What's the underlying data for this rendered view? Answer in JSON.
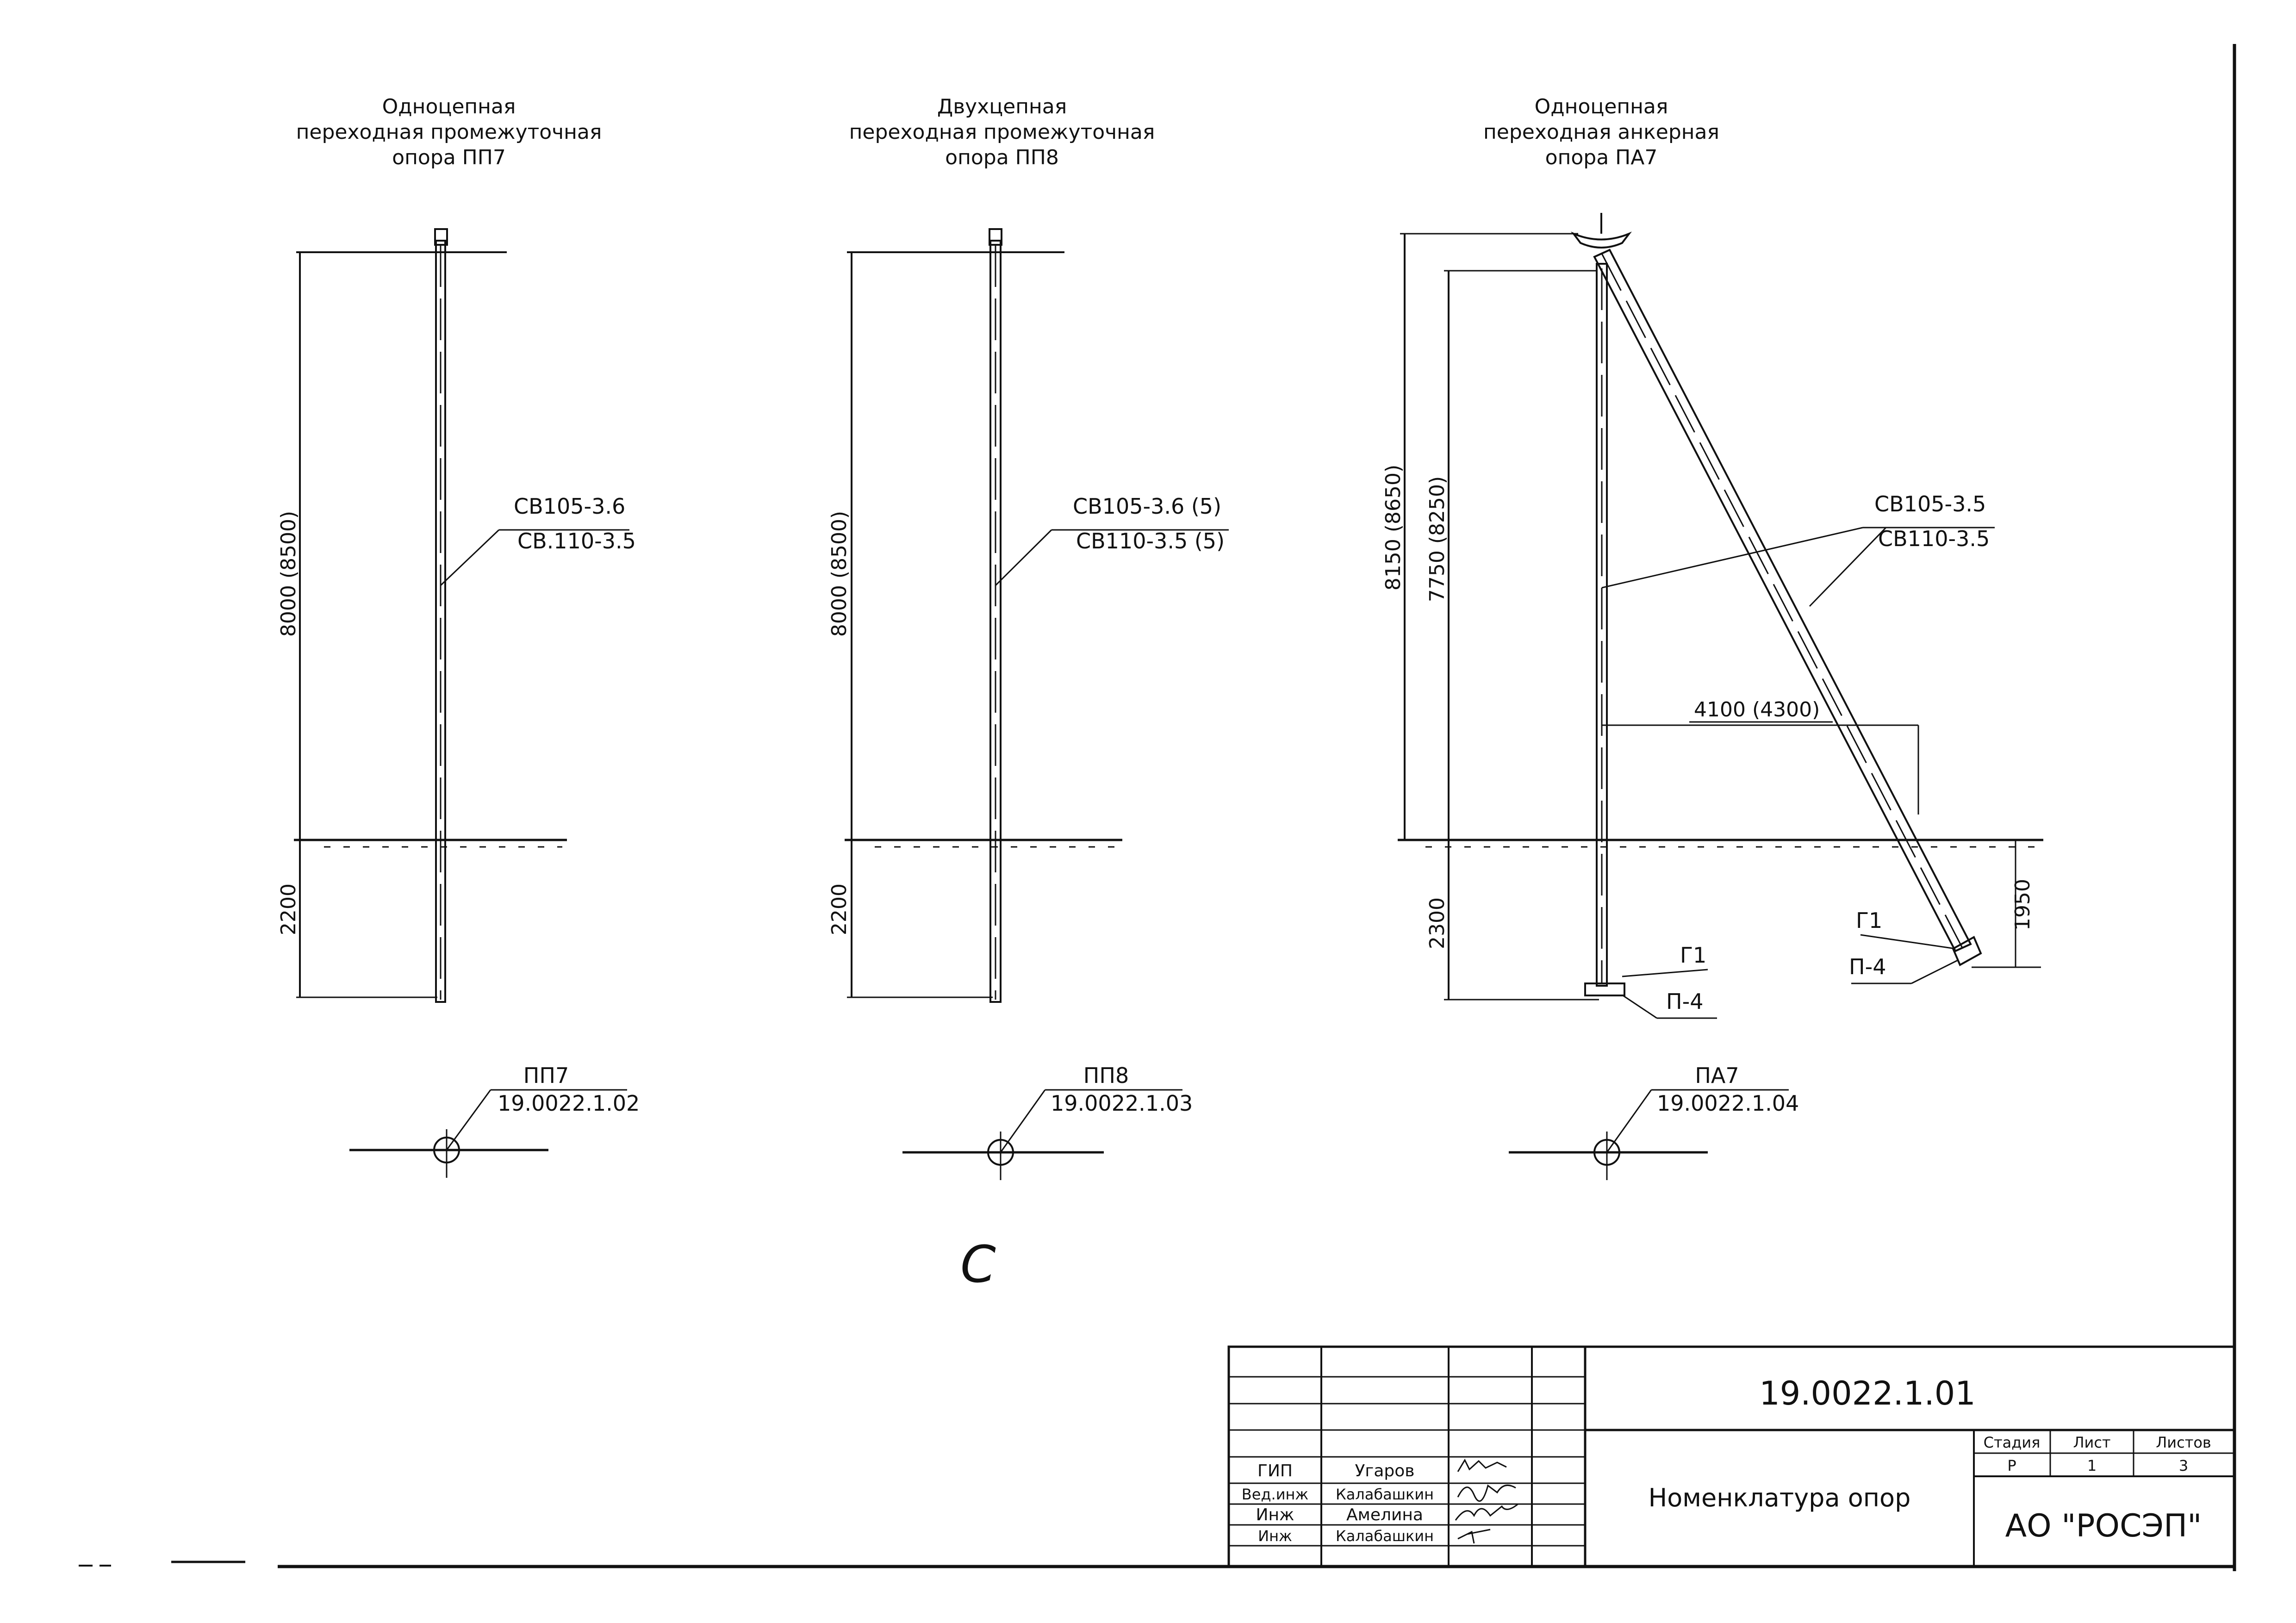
{
  "supports": [
    {
      "id": "pp7",
      "title_lines": [
        "Одноцепная",
        "переходная промежуточная",
        "опора ПП7"
      ],
      "height_dim": "8000 (8500)",
      "depth_dim": "2200",
      "post_label_top": "СВ105-3.6",
      "post_label_bottom": "СВ.110-3.5",
      "plan_mark": "ПП7",
      "plan_code": "19.0022.1.02"
    },
    {
      "id": "pp8",
      "title_lines": [
        "Двухцепная",
        "переходная промежуточная",
        "опора ПП8"
      ],
      "height_dim": "8000 (8500)",
      "depth_dim": "2200",
      "post_label_top": "СВ105-3.6 (5)",
      "post_label_bottom": "СВ110-3.5  (5)",
      "plan_mark": "ПП8",
      "plan_code": "19.0022.1.03"
    },
    {
      "id": "pa7",
      "title_lines": [
        "Одноцепная",
        "переходная анкерная",
        "опора ПА7"
      ],
      "height_dim_outer": "8150 (8650)",
      "height_dim_inner": "7750 (8250)",
      "depth_dim": "2300",
      "strut_dim": "1950",
      "span_dim": "4100 (4300)",
      "post_label_top": "СВ105-3.5",
      "post_label_bottom": "СВ110-3.5",
      "foot_left_top": "Г1",
      "foot_left_bottom": "П-4",
      "foot_right_top": "Г1",
      "foot_right_bottom": "П-4",
      "plan_mark": "ПА7",
      "plan_code": "19.0022.1.04"
    }
  ],
  "stray_mark": "С",
  "title_block": {
    "doc_number": "19.0022.1.01",
    "drawing_name": "Номенклатура опор",
    "organization": "АО \"РОСЭП\"",
    "stage_header": "Стадия",
    "sheet_header": "Лист",
    "sheets_header": "Листов",
    "stage_value": "Р",
    "sheet_value": "1",
    "sheets_value": "3",
    "signatures": [
      {
        "role": "ГИП",
        "name": "Угаров"
      },
      {
        "role": "Вед.инж",
        "name": "Калабашкин"
      },
      {
        "role": "Инж",
        "name": "Амелина"
      },
      {
        "role": "Инж",
        "name": "Калабашкин"
      }
    ]
  },
  "colors": {
    "ink": "#111111",
    "paper": "#ffffff"
  }
}
